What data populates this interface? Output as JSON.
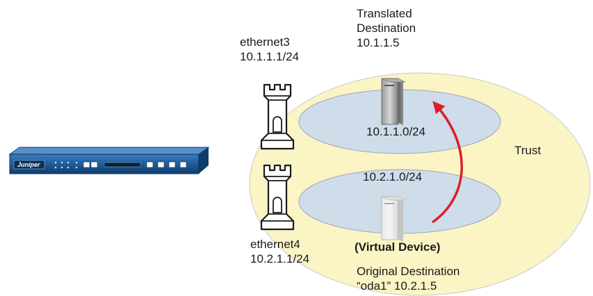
{
  "labels": {
    "translated_destination": [
      "Translated",
      "Destination",
      "10.1.1.5"
    ],
    "ethernet3": [
      "ethernet3",
      "10.1.1.1/24"
    ],
    "ethernet4": [
      "ethernet4",
      "10.2.1.1/24"
    ],
    "subnet_top": "10.1.1.0/24",
    "subnet_bottom": "10.2.1.0/24",
    "zone": "Trust",
    "virtual_device": "(Virtual Device)",
    "original_destination": [
      "Original Destination",
      "“oda1” 10.2.1.5"
    ]
  },
  "device": {
    "brand": "Juniper"
  },
  "colors": {
    "zone_fill": "#fbf4c4",
    "subnet_fill": "#cfdcea",
    "arrow": "#d9202a",
    "device_body": "#1f5d9a",
    "tower_stroke": "#1a1a1a"
  }
}
